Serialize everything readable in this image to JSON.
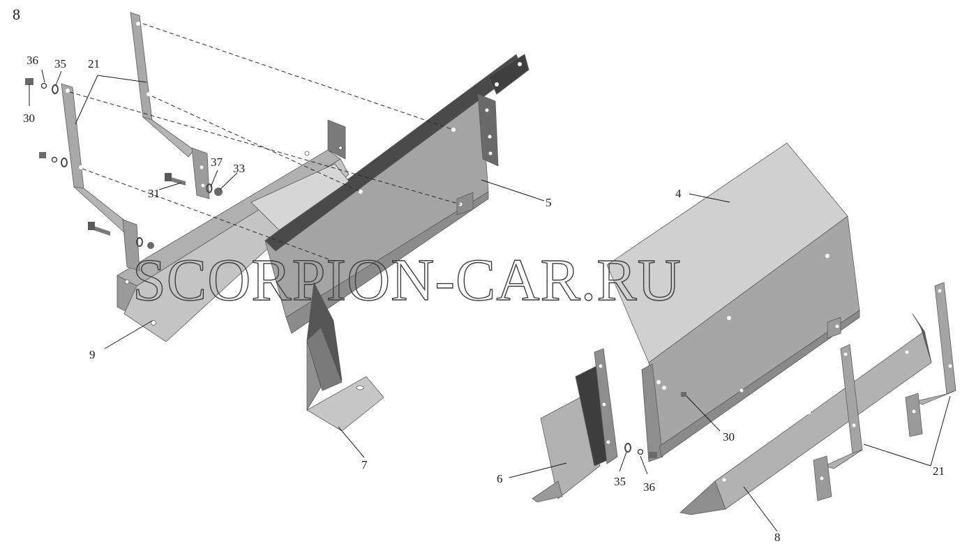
{
  "figure_number": "8",
  "watermark": "SCORPION-CAR.RU",
  "callouts": {
    "c36a": "36",
    "c35a": "35",
    "c21a": "21",
    "c30a": "30",
    "c37": "37",
    "c33": "33",
    "c31": "31",
    "c5": "5",
    "c4": "4",
    "c9": "9",
    "c7": "7",
    "c30b": "30",
    "c6": "6",
    "c35b": "35",
    "c36b": "36",
    "c21b": "21",
    "c8": "8"
  },
  "colors": {
    "part_light": "#bdbdbd",
    "part_mid": "#9e9e9e",
    "part_dark": "#555555",
    "cover_top": "#d2d2d2",
    "cover_side": "#a8a8a8"
  }
}
